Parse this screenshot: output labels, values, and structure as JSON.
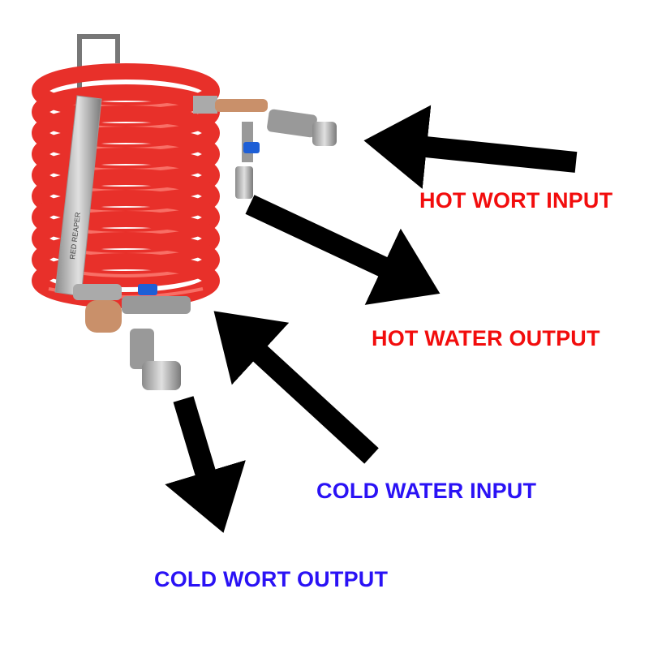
{
  "labels": {
    "hot_wort_input": "HOT WORT INPUT",
    "hot_water_output": "HOT WATER OUTPUT",
    "cold_water_input": "COLD WATER INPUT",
    "cold_wort_output": "COLD WORT OUTPUT"
  },
  "product_logo_text": "RED REAPER",
  "colors": {
    "hot": "#f20d0d",
    "cold": "#2a12f5",
    "arrow": "#000000",
    "hose": "#e8302a"
  }
}
